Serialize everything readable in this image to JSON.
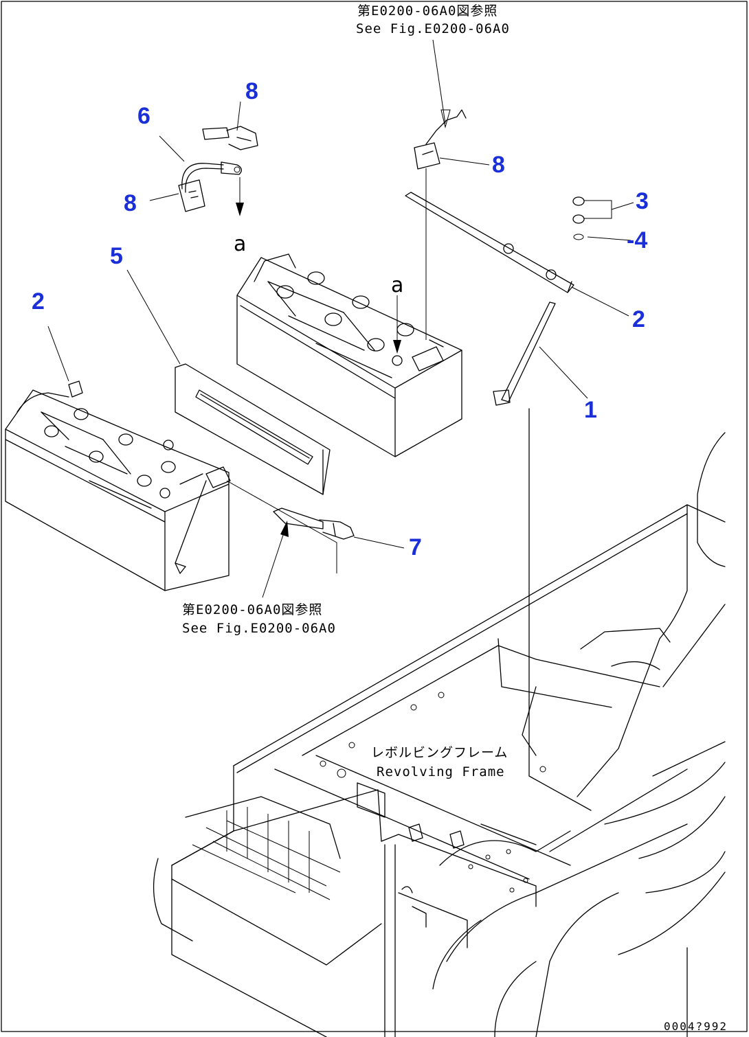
{
  "callouts": [
    {
      "id": "c8a",
      "label": "8"
    },
    {
      "id": "c6",
      "label": "6"
    },
    {
      "id": "c8b",
      "label": "8"
    },
    {
      "id": "c8c",
      "label": "8"
    },
    {
      "id": "c3",
      "label": "3"
    },
    {
      "id": "c4",
      "label": "-4"
    },
    {
      "id": "c5",
      "label": "5"
    },
    {
      "id": "c2a",
      "label": "2"
    },
    {
      "id": "c2b",
      "label": "2"
    },
    {
      "id": "c1",
      "label": "1"
    },
    {
      "id": "c7",
      "label": "7"
    }
  ],
  "marks": {
    "a_top": "a",
    "a_mid": "a"
  },
  "notes": {
    "top_jp": "第E0200-06A0図参照",
    "top_en": "See Fig.E0200-06A0",
    "bottom_jp": "第E0200-06A0図参照",
    "bottom_en": "See Fig.E0200-06A0",
    "frame_jp": "レボルビングフレーム",
    "frame_en": "Revolving Frame"
  },
  "figure_number": "0004?992",
  "colors": {
    "callout": "#1a2fd8",
    "line": "#000000"
  }
}
